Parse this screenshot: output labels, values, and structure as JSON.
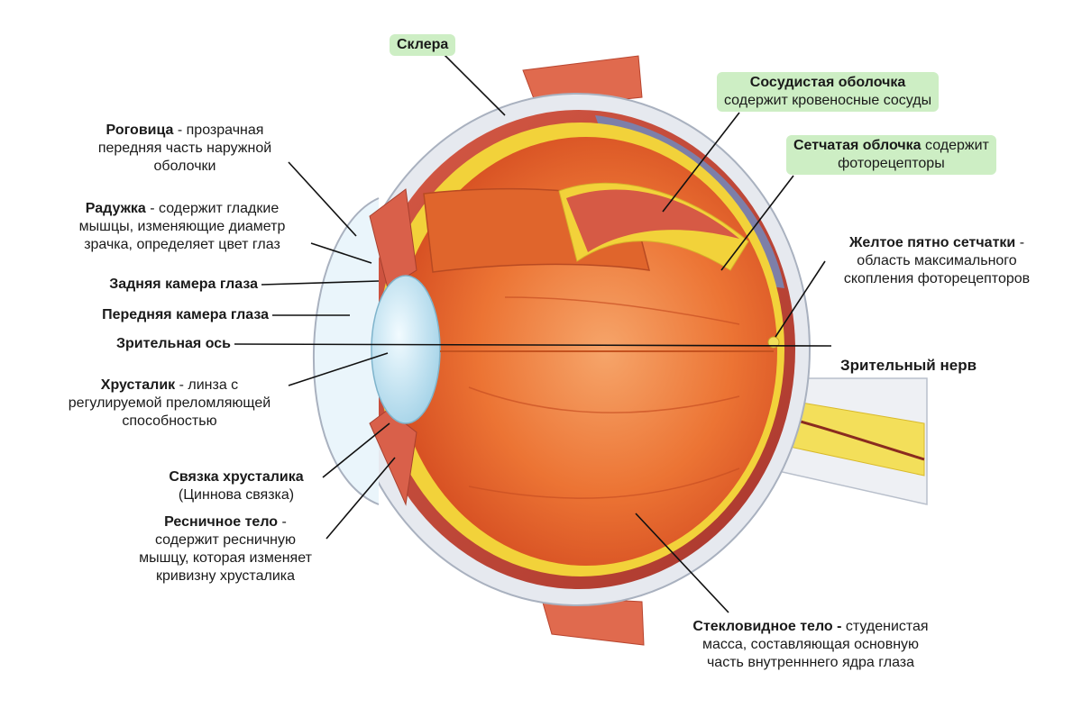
{
  "labels": {
    "sclera": {
      "bold": "Склера",
      "rest": ""
    },
    "choroid": {
      "bold": "Сосудистая оболочка",
      "lines": [
        "содержит кровеносные сосуды"
      ]
    },
    "retina": {
      "bold": "Сетчатая облочка",
      "rest": " содержит",
      "lines": [
        "фоторецепторы"
      ]
    },
    "cornea": {
      "bold": "Роговица",
      "rest": " - прозрачная",
      "lines": [
        "передняя часть наружной",
        "оболочки"
      ]
    },
    "iris": {
      "bold": "Радужка",
      "rest": " - содержит гладкие",
      "lines": [
        "мышцы, изменяющие диаметр",
        "зрачка, определяет цвет глаз"
      ]
    },
    "posterior_chamber": {
      "bold": "Задняя камера глаза"
    },
    "anterior_chamber": {
      "bold": "Передняя камера глаза"
    },
    "visual_axis": {
      "bold": "Зрительная ось"
    },
    "lens": {
      "bold": "Хрусталик",
      "rest": " - линза с",
      "lines": [
        "регулируемой преломляющей",
        "способностью"
      ]
    },
    "zonule": {
      "bold": "Связка хрусталика",
      "lines": [
        "(Циннова связка)"
      ]
    },
    "ciliary_body": {
      "bold": "Ресничное тело",
      "rest": " -",
      "lines": [
        "содержит ресничную",
        "мышцу, которая изменяет",
        "кривизну хрусталика"
      ]
    },
    "macula": {
      "bold": "Желтое пятно сетчатки",
      "rest": " -",
      "lines": [
        "область максимального",
        "скопления фоторецепторов"
      ]
    },
    "optic_nerve": {
      "bold": "Зрительный нерв"
    },
    "vitreous": {
      "bold": "Стекловидное тело -",
      "rest": " студенистая",
      "lines": [
        "масса, составляющая основную",
        "часть внутренннего ядра глаза"
      ]
    }
  },
  "colors": {
    "label_highlight": "#cdeec4",
    "sclera": "#e6e9ef",
    "choroid": "#c9463a",
    "retina": "#f2d23a",
    "vitreous": "#e8702a",
    "lens": "#c8e8f4",
    "optic_nerve": "#f3df5a",
    "leader_line": "#111111"
  }
}
